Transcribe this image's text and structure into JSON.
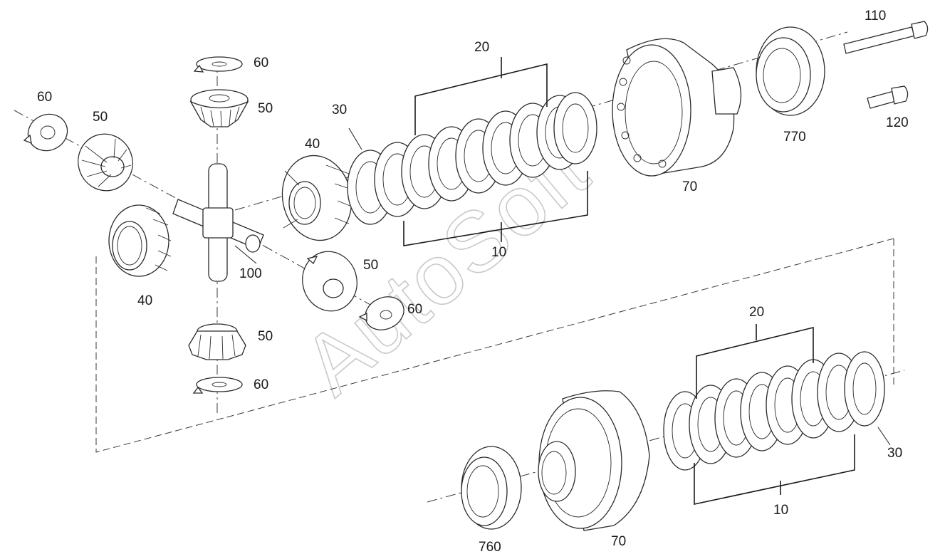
{
  "watermark": "AutoSoft",
  "labels": {
    "upper_washer_top": "60",
    "upper_gear_top": "50",
    "left_washer": "60",
    "left_gear": "50",
    "left_side_gear": "40",
    "right_side_gear": "40",
    "upper_shim": "30",
    "upper_plates_20": "20",
    "upper_discs_10": "10",
    "upper_housing": "70",
    "upper_bearing": "770",
    "bolt_long": "110",
    "bolt_short": "120",
    "spider": "100",
    "right_gear": "50",
    "right_washer": "60",
    "bottom_gear": "50",
    "bottom_washer": "60",
    "lower_plates_20": "20",
    "lower_shim": "30",
    "lower_discs_10": "10",
    "lower_housing": "70",
    "lower_bearing": "760"
  }
}
